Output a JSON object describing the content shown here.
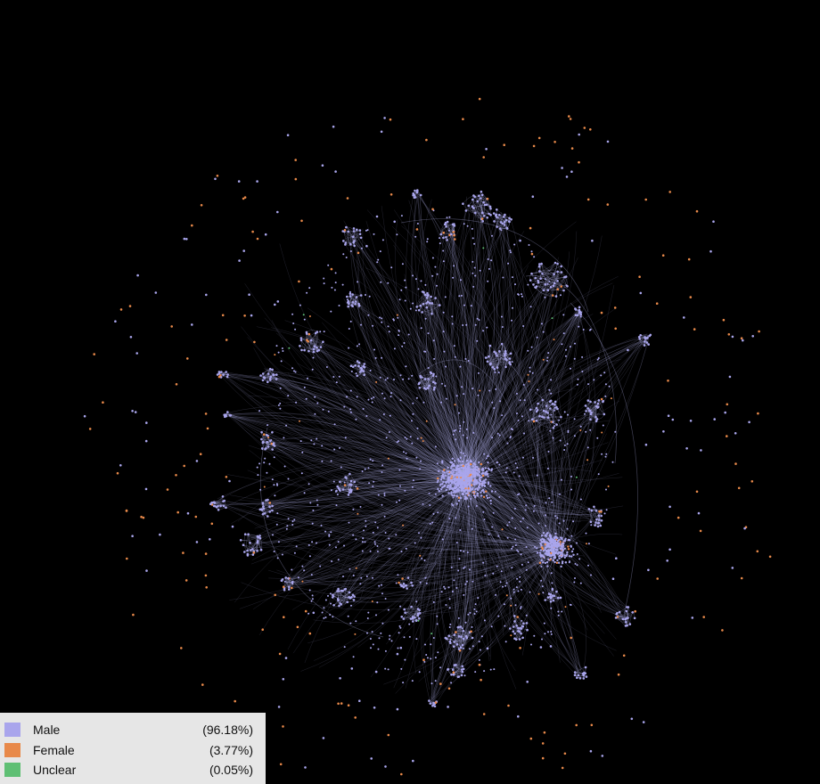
{
  "graph": {
    "background": "#000000",
    "edge_color": "#b8b6f2",
    "node_colors": {
      "male": "#a9a5ec",
      "female": "#e8894a",
      "unclear": "#5fbf74"
    }
  },
  "legend": {
    "items": [
      {
        "label": "Male",
        "percent": "(96.18%)",
        "color": "#a9a5ec"
      },
      {
        "label": "Female",
        "percent": "(3.77%)",
        "color": "#e8894a"
      },
      {
        "label": "Unclear",
        "percent": "(0.05%)",
        "color": "#5fbf74"
      }
    ]
  }
}
